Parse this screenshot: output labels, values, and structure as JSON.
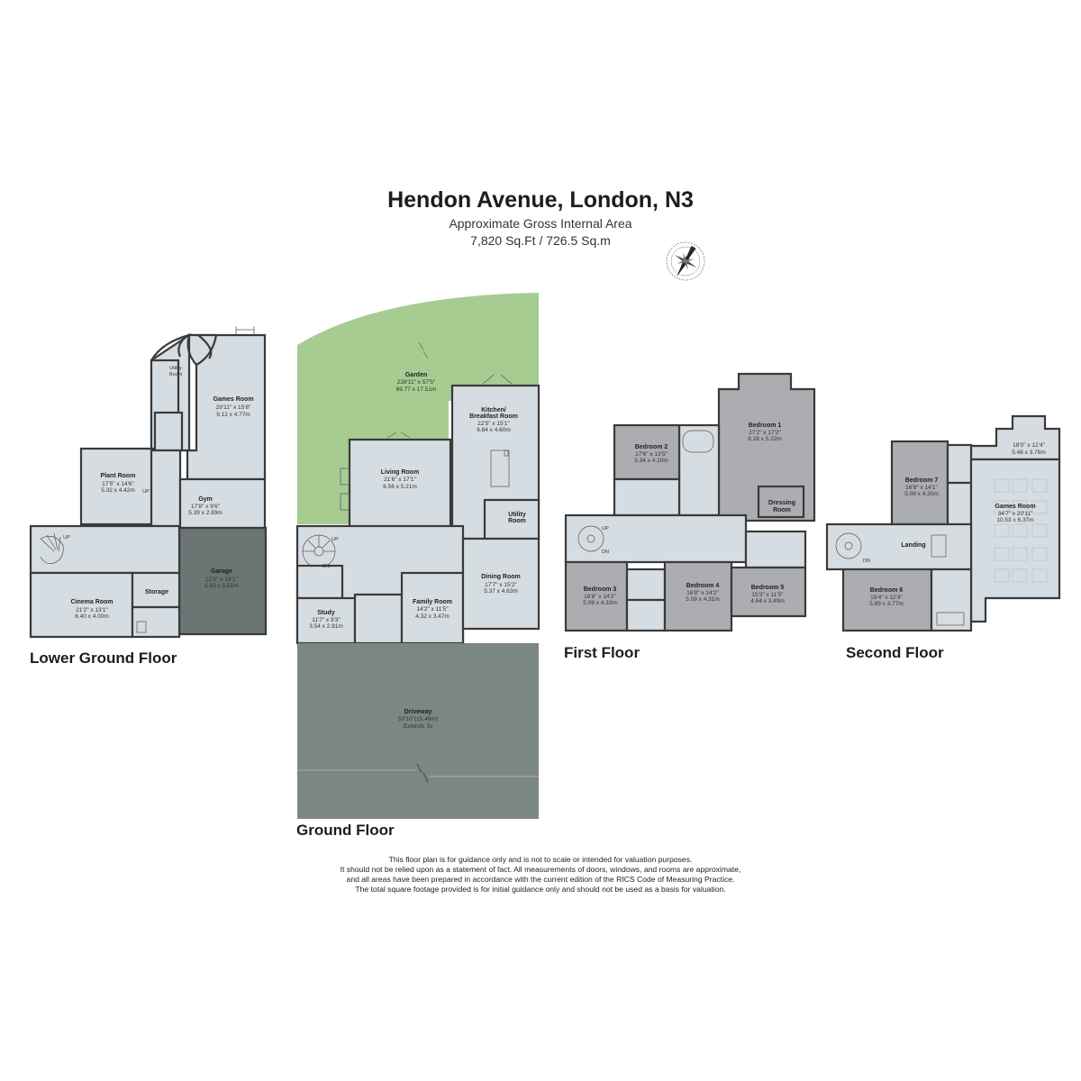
{
  "header": {
    "title": "Hendon Avenue, London, N3",
    "subtitle": "Approximate Gross Internal Area",
    "area": "7,820 Sq.Ft / 726.5 Sq.m"
  },
  "floors": {
    "lower_ground": "Lower Ground Floor",
    "ground": "Ground Floor",
    "first": "First Floor",
    "second": "Second Floor"
  },
  "rooms": {
    "utility_lg": {
      "name": "Utility",
      "name2": "Room"
    },
    "games_lg": {
      "name": "Games Room",
      "imperial": "29'11\" x 15'8\"",
      "metric": "9.12 x 4.77m"
    },
    "plant": {
      "name": "Plant Room",
      "imperial": "17'5\" x 14'6\"",
      "metric": "5.32 x 4.42m"
    },
    "gym": {
      "name": "Gym",
      "imperial": "17'8\" x 9'6\"",
      "metric": "5.39 x 2.89m"
    },
    "garage": {
      "name": "Garage",
      "imperial": "22'5\" x 18'1\"",
      "metric": "6.83 x 5.51m"
    },
    "cinema": {
      "name": "Cinema Room",
      "imperial": "21'2\" x 13'1\"",
      "metric": "6.40 x 4.00m"
    },
    "storage": {
      "name": "Storage"
    },
    "garden": {
      "name": "Garden",
      "imperial": "228'11\" x 57'5\"",
      "metric": "69.77 x 17.51m"
    },
    "kitchen": {
      "name": "Kitchen/",
      "name2": "Breakfast Room",
      "imperial": "22'5\" x 15'1\"",
      "metric": "6.84 x 4.60m"
    },
    "living": {
      "name": "Living Room",
      "imperial": "21'6\" x 17'1\"",
      "metric": "6.56 x 5.21m"
    },
    "utility_g": {
      "name": "Utility",
      "name2": "Room"
    },
    "dining": {
      "name": "Dining Room",
      "imperial": "17'7\" x 15'2\"",
      "metric": "5.37 x 4.63m"
    },
    "family": {
      "name": "Family Room",
      "imperial": "14'2\" x 11'5\"",
      "metric": "4.32 x 3.47m"
    },
    "study": {
      "name": "Study",
      "imperial": "11'7\" x 9'3\"",
      "metric": "3.54 x 2.81m"
    },
    "driveway": {
      "name": "Driveway",
      "imperial": "50'10\"(15.49m)",
      "metric": "Extends To"
    },
    "bed1": {
      "name": "Bedroom 1",
      "imperial": "27'2\" x 17'2\"",
      "metric": "8.28 x 5.22m"
    },
    "bed2": {
      "name": "Bedroom 2",
      "imperial": "17'6\" x 13'5\"",
      "metric": "5.34 x 4.10m"
    },
    "dressing": {
      "name": "Dressing",
      "name2": "Room"
    },
    "bed3": {
      "name": "Bedroom 3",
      "imperial": "16'8\" x 14'2\"",
      "metric": "5.09 x 4.33m"
    },
    "bed4": {
      "name": "Bedroom 4",
      "imperial": "16'8\" x 14'2\"",
      "metric": "5.09 x 4.31m"
    },
    "bed5": {
      "name": "Bedroom 5",
      "imperial": "15'3\" x 11'5\"",
      "metric": "4.64 x 3.49m"
    },
    "attic": {
      "imperial": "18'0\" x 12'4\"",
      "metric": "5.48 x 3.76m"
    },
    "bed7": {
      "name": "Bedroom 7",
      "imperial": "16'8\" x 14'1\"",
      "metric": "5.09 x 4.30m"
    },
    "games_2": {
      "name": "Games Room",
      "imperial": "34'7\" x 20'11\"",
      "metric": "10.53 x 6.37m"
    },
    "landing": {
      "name": "Landing"
    },
    "bed6": {
      "name": "Bedroom 6",
      "imperial": "19'4\" x 12'4\"",
      "metric": "5.89 x 3.77m"
    }
  },
  "stairs": {
    "up": "UP",
    "dn": "DN"
  },
  "disclaimer": [
    "This floor plan is for guidance only and is not to scale or intended for valuation purposes.",
    "It should not be relied upon as a statement of fact. All measurements of doors, windows, and rooms are approximate,",
    "and all areas have been prepared in accordance with the current edition of the RICS Code of Measuring Practice.",
    "The total square footage provided is for initial guidance only and should not be used as a basis for valuation."
  ],
  "colors": {
    "garden": "#a6cc92",
    "room": "#d6dde2",
    "bedroom": "#acadb0",
    "garage": "#6b7573",
    "driveway": "#7b8781"
  }
}
